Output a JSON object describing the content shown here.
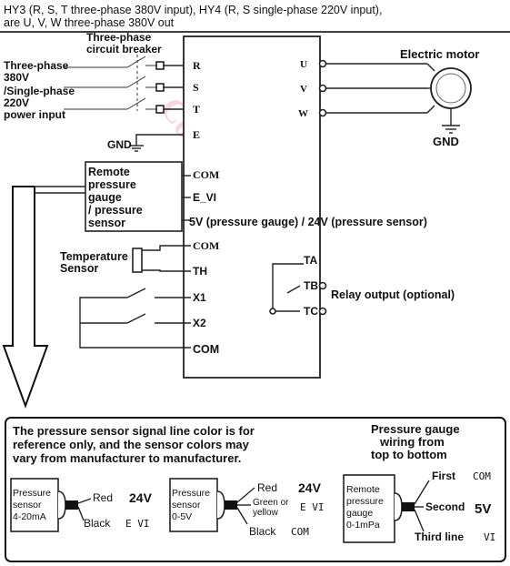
{
  "header": {
    "line1": "HY3 (R, S, T three-phase 380V input), HY4 (R, S single-phase 220V input),",
    "line2": "are U, V, W three-phase 380V out"
  },
  "watermark": "CoolClassic",
  "breaker": {
    "line1": "Three-phase",
    "line2": "circuit breaker"
  },
  "power_input": {
    "lines": [
      "Three-phase",
      "380V",
      "/Single-phase",
      "220V",
      "power input"
    ]
  },
  "terminals_left": {
    "R": "R",
    "S": "S",
    "T": "T",
    "E": "E",
    "com1": "COM",
    "evi": "E_VI",
    "com2": "COM",
    "th": "TH",
    "x1": "X1",
    "x2": "X2",
    "com3": "COM"
  },
  "terminals_right": {
    "U": "U",
    "V": "V",
    "W": "W",
    "TA": "TA",
    "TB": "TB",
    "TC": "TC"
  },
  "labels": {
    "gnd_left": "GND",
    "gnd_right": "GND",
    "motor": "Electric motor",
    "supply": "5V (pressure gauge) / 24V (pressure sensor)",
    "relay": "Relay output (optional)",
    "remote": [
      "Remote",
      "pressure",
      "gauge",
      "/ pressure",
      "sensor"
    ],
    "temp": [
      "Temperature",
      "Sensor"
    ]
  },
  "note": {
    "lines": [
      "The pressure sensor signal line color is for",
      "reference only, and the sensor colors may",
      "vary from manufacturer to manufacturer."
    ],
    "gauge_title": [
      "Pressure gauge",
      "wiring from",
      "top to bottom"
    ]
  },
  "sensor1": {
    "name": [
      "Pressure",
      "sensor",
      "4-20mA"
    ],
    "red": "Red",
    "red_v": "24V",
    "black": "Black",
    "black_v": "E VI"
  },
  "sensor2": {
    "name": [
      "Pressure",
      "sensor",
      "0-5V"
    ],
    "red": "Red",
    "red_v": "24V",
    "green": [
      "Green or",
      "yellow"
    ],
    "green_v": "E VI",
    "black": "Black",
    "black_v": "COM"
  },
  "gauge": {
    "name": [
      "Remote",
      "pressure",
      "gauge",
      "0-1mPa"
    ],
    "first": "First",
    "first_v": "COM",
    "second": "Second",
    "second_v": "5V",
    "third": "Third line",
    "third_v": "VI"
  }
}
